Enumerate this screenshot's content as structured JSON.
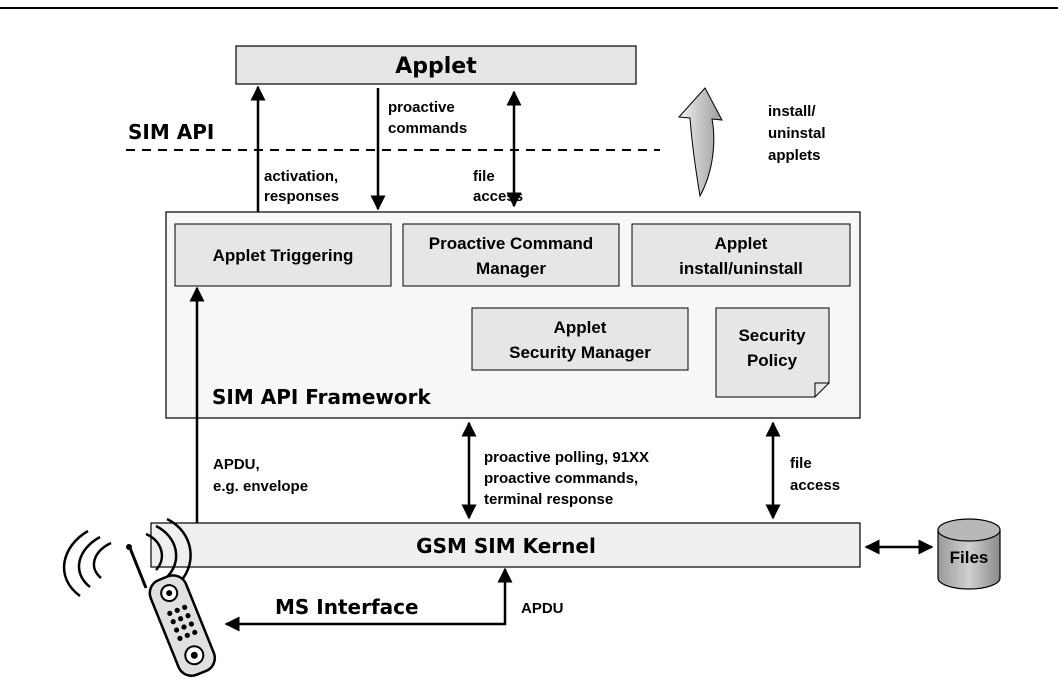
{
  "applet": {
    "label": "Applet"
  },
  "sim_api": {
    "label": "SIM API"
  },
  "arrows": {
    "up_left": [
      "activation,",
      "responses"
    ],
    "down_mid": [
      "proactive",
      "commands"
    ],
    "both_file": [
      "file",
      "access"
    ]
  },
  "install_note": [
    "install/",
    "uninstal",
    "applets"
  ],
  "framework": {
    "title": "SIM API Framework",
    "applet_triggering": "Applet Triggering",
    "proactive_manager": [
      "Proactive Command",
      "Manager"
    ],
    "applet_install": [
      "Applet",
      "install/uninstall"
    ],
    "security_manager": [
      "Applet",
      "Security Manager"
    ],
    "security_policy": [
      "Security",
      "Policy"
    ]
  },
  "lower": {
    "apdu_envelope": [
      "APDU,",
      "e.g. envelope"
    ],
    "proactive_polling": [
      "proactive polling, 91XX",
      "proactive commands,",
      "terminal response"
    ],
    "file_access": [
      "file",
      "access"
    ]
  },
  "kernel": {
    "label": "GSM SIM Kernel"
  },
  "files": {
    "label": "Files"
  },
  "ms_interface": {
    "label": "MS Interface",
    "apdu": "APDU"
  },
  "colors": {
    "box_fill": "#e6e6e6",
    "frame_fill": "#f7f7f7",
    "stroke": "#000000"
  }
}
